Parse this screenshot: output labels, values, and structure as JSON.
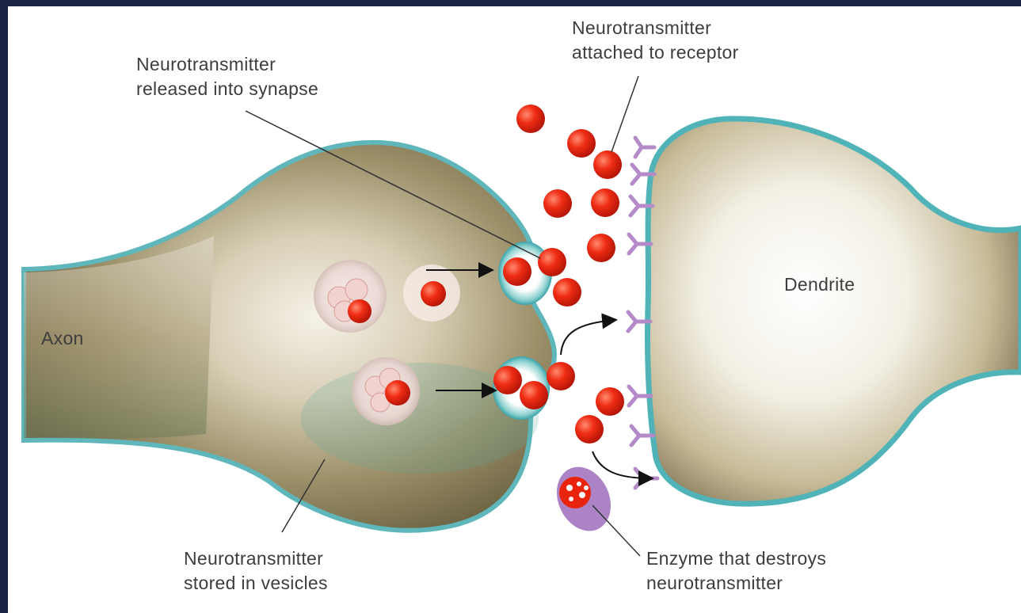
{
  "labels": {
    "released": [
      "Neurotransmitter",
      "released into synapse"
    ],
    "attached": [
      "Neurotransmitter",
      "attached to receptor"
    ],
    "axon": "Axon",
    "dendrite": "Dendrite",
    "stored": [
      "Neurotransmitter",
      "stored in vesicles"
    ],
    "enzyme": [
      "Enzyme that destroys",
      "neurotransmitter"
    ]
  },
  "colors": {
    "frame": "#1b2347",
    "background": "#ffffff",
    "neurotransmitter": "#e8230e",
    "membrane": "#4fb3b8",
    "receptor": "#b48ac8",
    "enzyme": "#9a6bb4",
    "axon_body": "#b8ab88",
    "dendrite_body": "#f2efe6"
  }
}
